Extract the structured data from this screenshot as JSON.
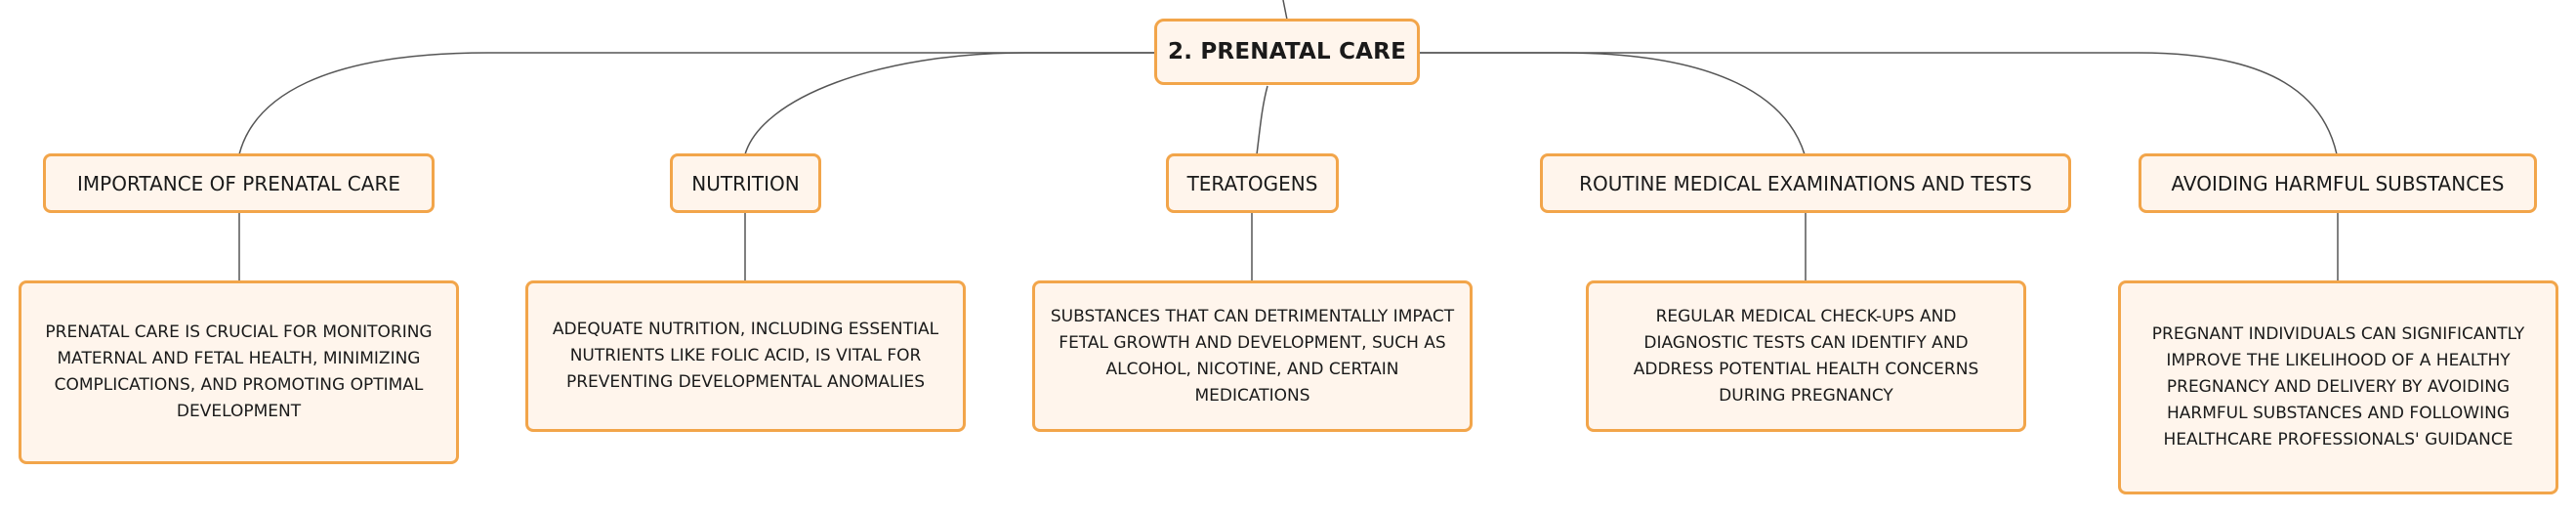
{
  "root": {
    "label": "2. PRENATAL CARE"
  },
  "topics": [
    {
      "label": "IMPORTANCE OF PRENATAL CARE",
      "detail": "PRENATAL CARE IS CRUCIAL FOR MONITORING MATERNAL AND FETAL HEALTH, MINIMIZING COMPLICATIONS, AND PROMOTING OPTIMAL DEVELOPMENT"
    },
    {
      "label": "NUTRITION",
      "detail": "ADEQUATE NUTRITION, INCLUDING ESSENTIAL NUTRIENTS LIKE FOLIC ACID, IS VITAL FOR PREVENTING DEVELOPMENTAL ANOMALIES"
    },
    {
      "label": "TERATOGENS",
      "detail": "SUBSTANCES THAT CAN DETRIMENTALLY IMPACT FETAL GROWTH AND DEVELOPMENT, SUCH AS ALCOHOL, NICOTINE, AND CERTAIN MEDICATIONS"
    },
    {
      "label": "ROUTINE MEDICAL EXAMINATIONS AND TESTS",
      "detail": "REGULAR MEDICAL CHECK-UPS AND DIAGNOSTIC TESTS CAN IDENTIFY AND ADDRESS POTENTIAL HEALTH CONCERNS DURING PREGNANCY"
    },
    {
      "label": "AVOIDING HARMFUL SUBSTANCES",
      "detail": "PREGNANT INDIVIDUALS CAN SIGNIFICANTLY IMPROVE THE LIKELIHOOD OF A HEALTHY PREGNANCY AND DELIVERY BY AVOIDING HARMFUL SUBSTANCES AND FOLLOWING HEALTHCARE PROFESSIONALS' GUIDANCE"
    }
  ],
  "colors": {
    "node_border": "#f2a54a",
    "node_fill": "#fff5ec",
    "connector": "#555555"
  }
}
